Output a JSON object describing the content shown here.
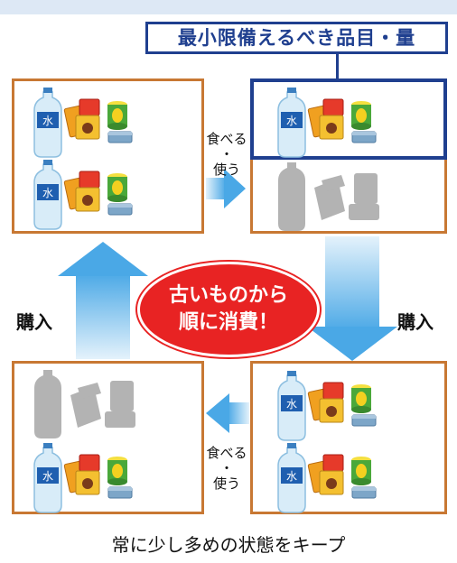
{
  "callout": "最小限備えるべき品目・量",
  "flow": {
    "eat_use_top": [
      "食べる",
      "・",
      "使う"
    ],
    "eat_use_bottom": [
      "食べる",
      "・",
      "使う"
    ],
    "buy_left": "購入",
    "buy_right": "購入"
  },
  "center": {
    "line1": "古いものから",
    "line2": "順に消費！"
  },
  "footer": "常に少し多めの状態をキープ",
  "icons": {
    "water_label": "水"
  },
  "colors": {
    "panel_border": "#c87833",
    "highlight_border": "#1f3f8f",
    "badge_red": "#e82323",
    "arrow_blue": "#4aa8e6"
  }
}
